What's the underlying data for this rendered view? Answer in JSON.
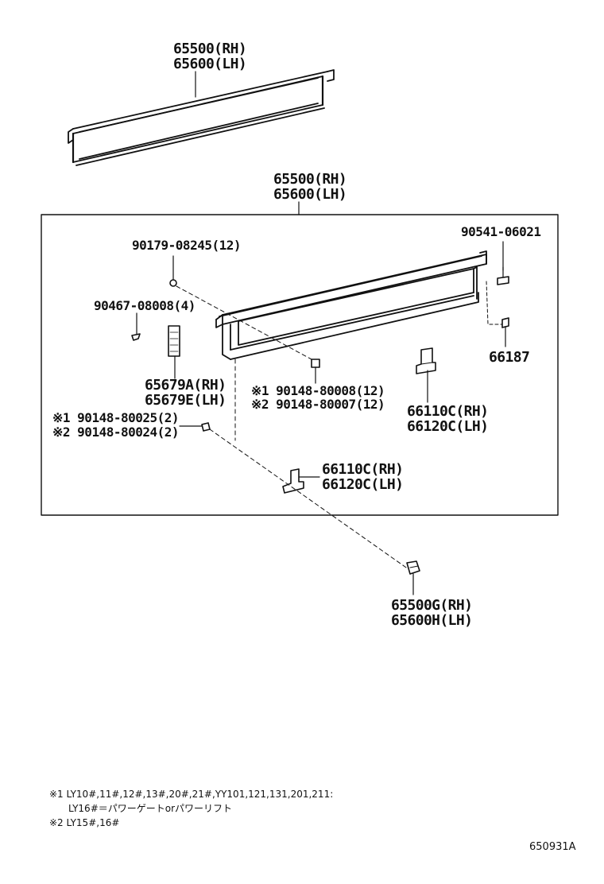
{
  "parts": {
    "top_panel_rh": "65500(RH)",
    "top_panel_lh": "65600(LH)",
    "box_panel_rh": "65500(RH)",
    "box_panel_lh": "65600(LH)",
    "bolt_90179": "90179-08245(12)",
    "clip_90541": "90541-06021",
    "clip_90467": "90467-08008(4)",
    "pad_rh": "65679A(RH)",
    "pad_lh": "65679E(LH)",
    "retainer_66187": "66187",
    "screw_a1": "※1 90148-80008(12)",
    "screw_a2": "※2 90148-80007(12)",
    "bracket_right_rh": "66110C(RH)",
    "bracket_right_lh": "66120C(LH)",
    "screw_b1": "※1 90148-80025(2)",
    "screw_b2": "※2 90148-80024(2)",
    "bracket_lower_rh": "66110C(RH)",
    "bracket_lower_lh": "66120C(LH)",
    "stopper_rh": "65500G(RH)",
    "stopper_lh": "65600H(LH)"
  },
  "footnotes": {
    "note1_line1": "※1 LY10#,11#,12#,13#,20#,21#,YY101,121,131,201,211:",
    "note1_line2": "LY16#＝パワーゲートorパワーリフト",
    "note2": "※2 LY15#,16#"
  },
  "reference": "650931A"
}
